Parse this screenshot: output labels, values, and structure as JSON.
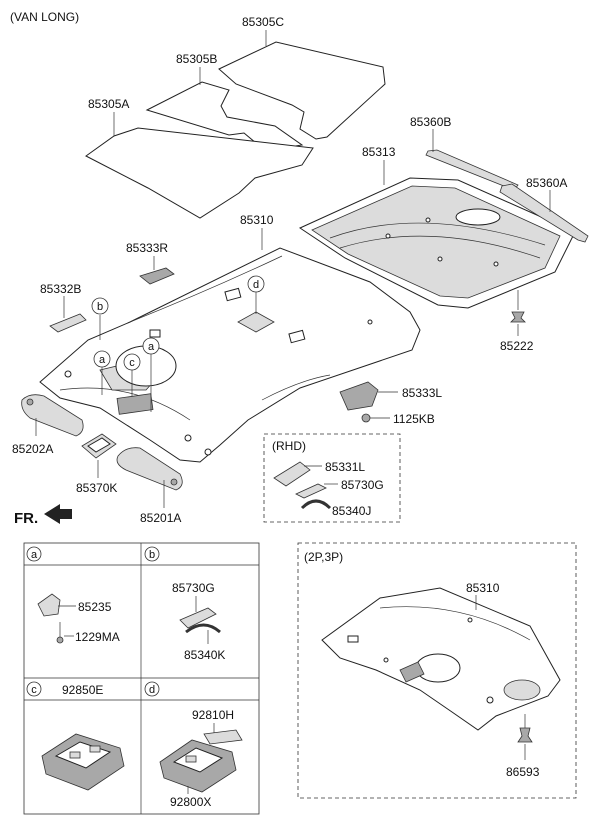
{
  "header": {
    "variant_label": "(VAN LONG)"
  },
  "parts": {
    "p85305C": "85305C",
    "p85305B": "85305B",
    "p85305A": "85305A",
    "p85360B": "85360B",
    "p85313": "85313",
    "p85360A": "85360A",
    "p85310": "85310",
    "p85333R": "85333R",
    "p85332B": "85332B",
    "p85222": "85222",
    "p85333L": "85333L",
    "p1125KB": "1125KB",
    "p85202A": "85202A",
    "p85370K": "85370K",
    "p85201A": "85201A"
  },
  "callouts": {
    "a": "a",
    "b": "b",
    "c": "c",
    "d": "d"
  },
  "rhd_box": {
    "title": "(RHD)",
    "p85331L": "85331L",
    "p85730G": "85730G",
    "p85340J": "85340J"
  },
  "direction_label": "FR.",
  "legend": {
    "a": {
      "circle": "a",
      "p1": "85235",
      "p2": "1229MA"
    },
    "b": {
      "circle": "b",
      "p1": "85730G",
      "p2": "85340K"
    },
    "c": {
      "circle": "c",
      "p1": "92850E"
    },
    "d": {
      "circle": "d",
      "p1": "92810H",
      "p2": "92800X"
    }
  },
  "variant_2p3p": {
    "title": "(2P,3P)",
    "p85310": "85310",
    "p86593": "86593"
  }
}
